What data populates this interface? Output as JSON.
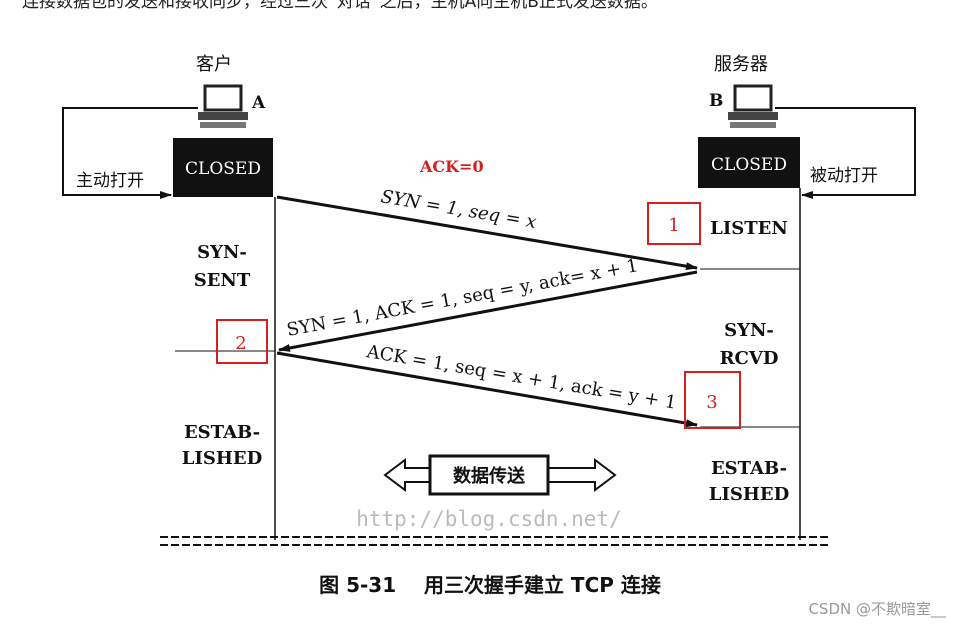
{
  "intro_text": "连接数据包的发送和接收同步，经过三次“对话”之后，主机A向主机B正式发送数据。",
  "client": {
    "title": "客户",
    "host": "A",
    "state_initial": "CLOSED",
    "open_label": "主动打开",
    "state_sent": [
      "SYN-",
      "SENT"
    ],
    "state_established": [
      "ESTAB-",
      "LISHED"
    ]
  },
  "server": {
    "title": "服务器",
    "host": "B",
    "state_initial": "CLOSED",
    "open_label": "被动打开",
    "state_listen": "LISTEN",
    "state_rcvd": [
      "SYN-",
      "RCVD"
    ],
    "state_established": [
      "ESTAB-",
      "LISHED"
    ]
  },
  "annotation_ack": "ACK=0",
  "messages": [
    "SYN = 1, seq = x",
    "SYN = 1, ACK = 1, seq = y, ack= x + 1",
    "ACK = 1, seq = x + 1, ack = y + 1"
  ],
  "step_markers": [
    "1",
    "2",
    "3"
  ],
  "data_transfer": "数据传送",
  "url_watermark": "http://blog.csdn.net/",
  "caption": "图 5-31    用三次握手建立 TCP 连接",
  "csdn_watermark": "CSDN @不欺暗室__",
  "colors": {
    "marker": "#d42020",
    "ink": "#111111"
  }
}
